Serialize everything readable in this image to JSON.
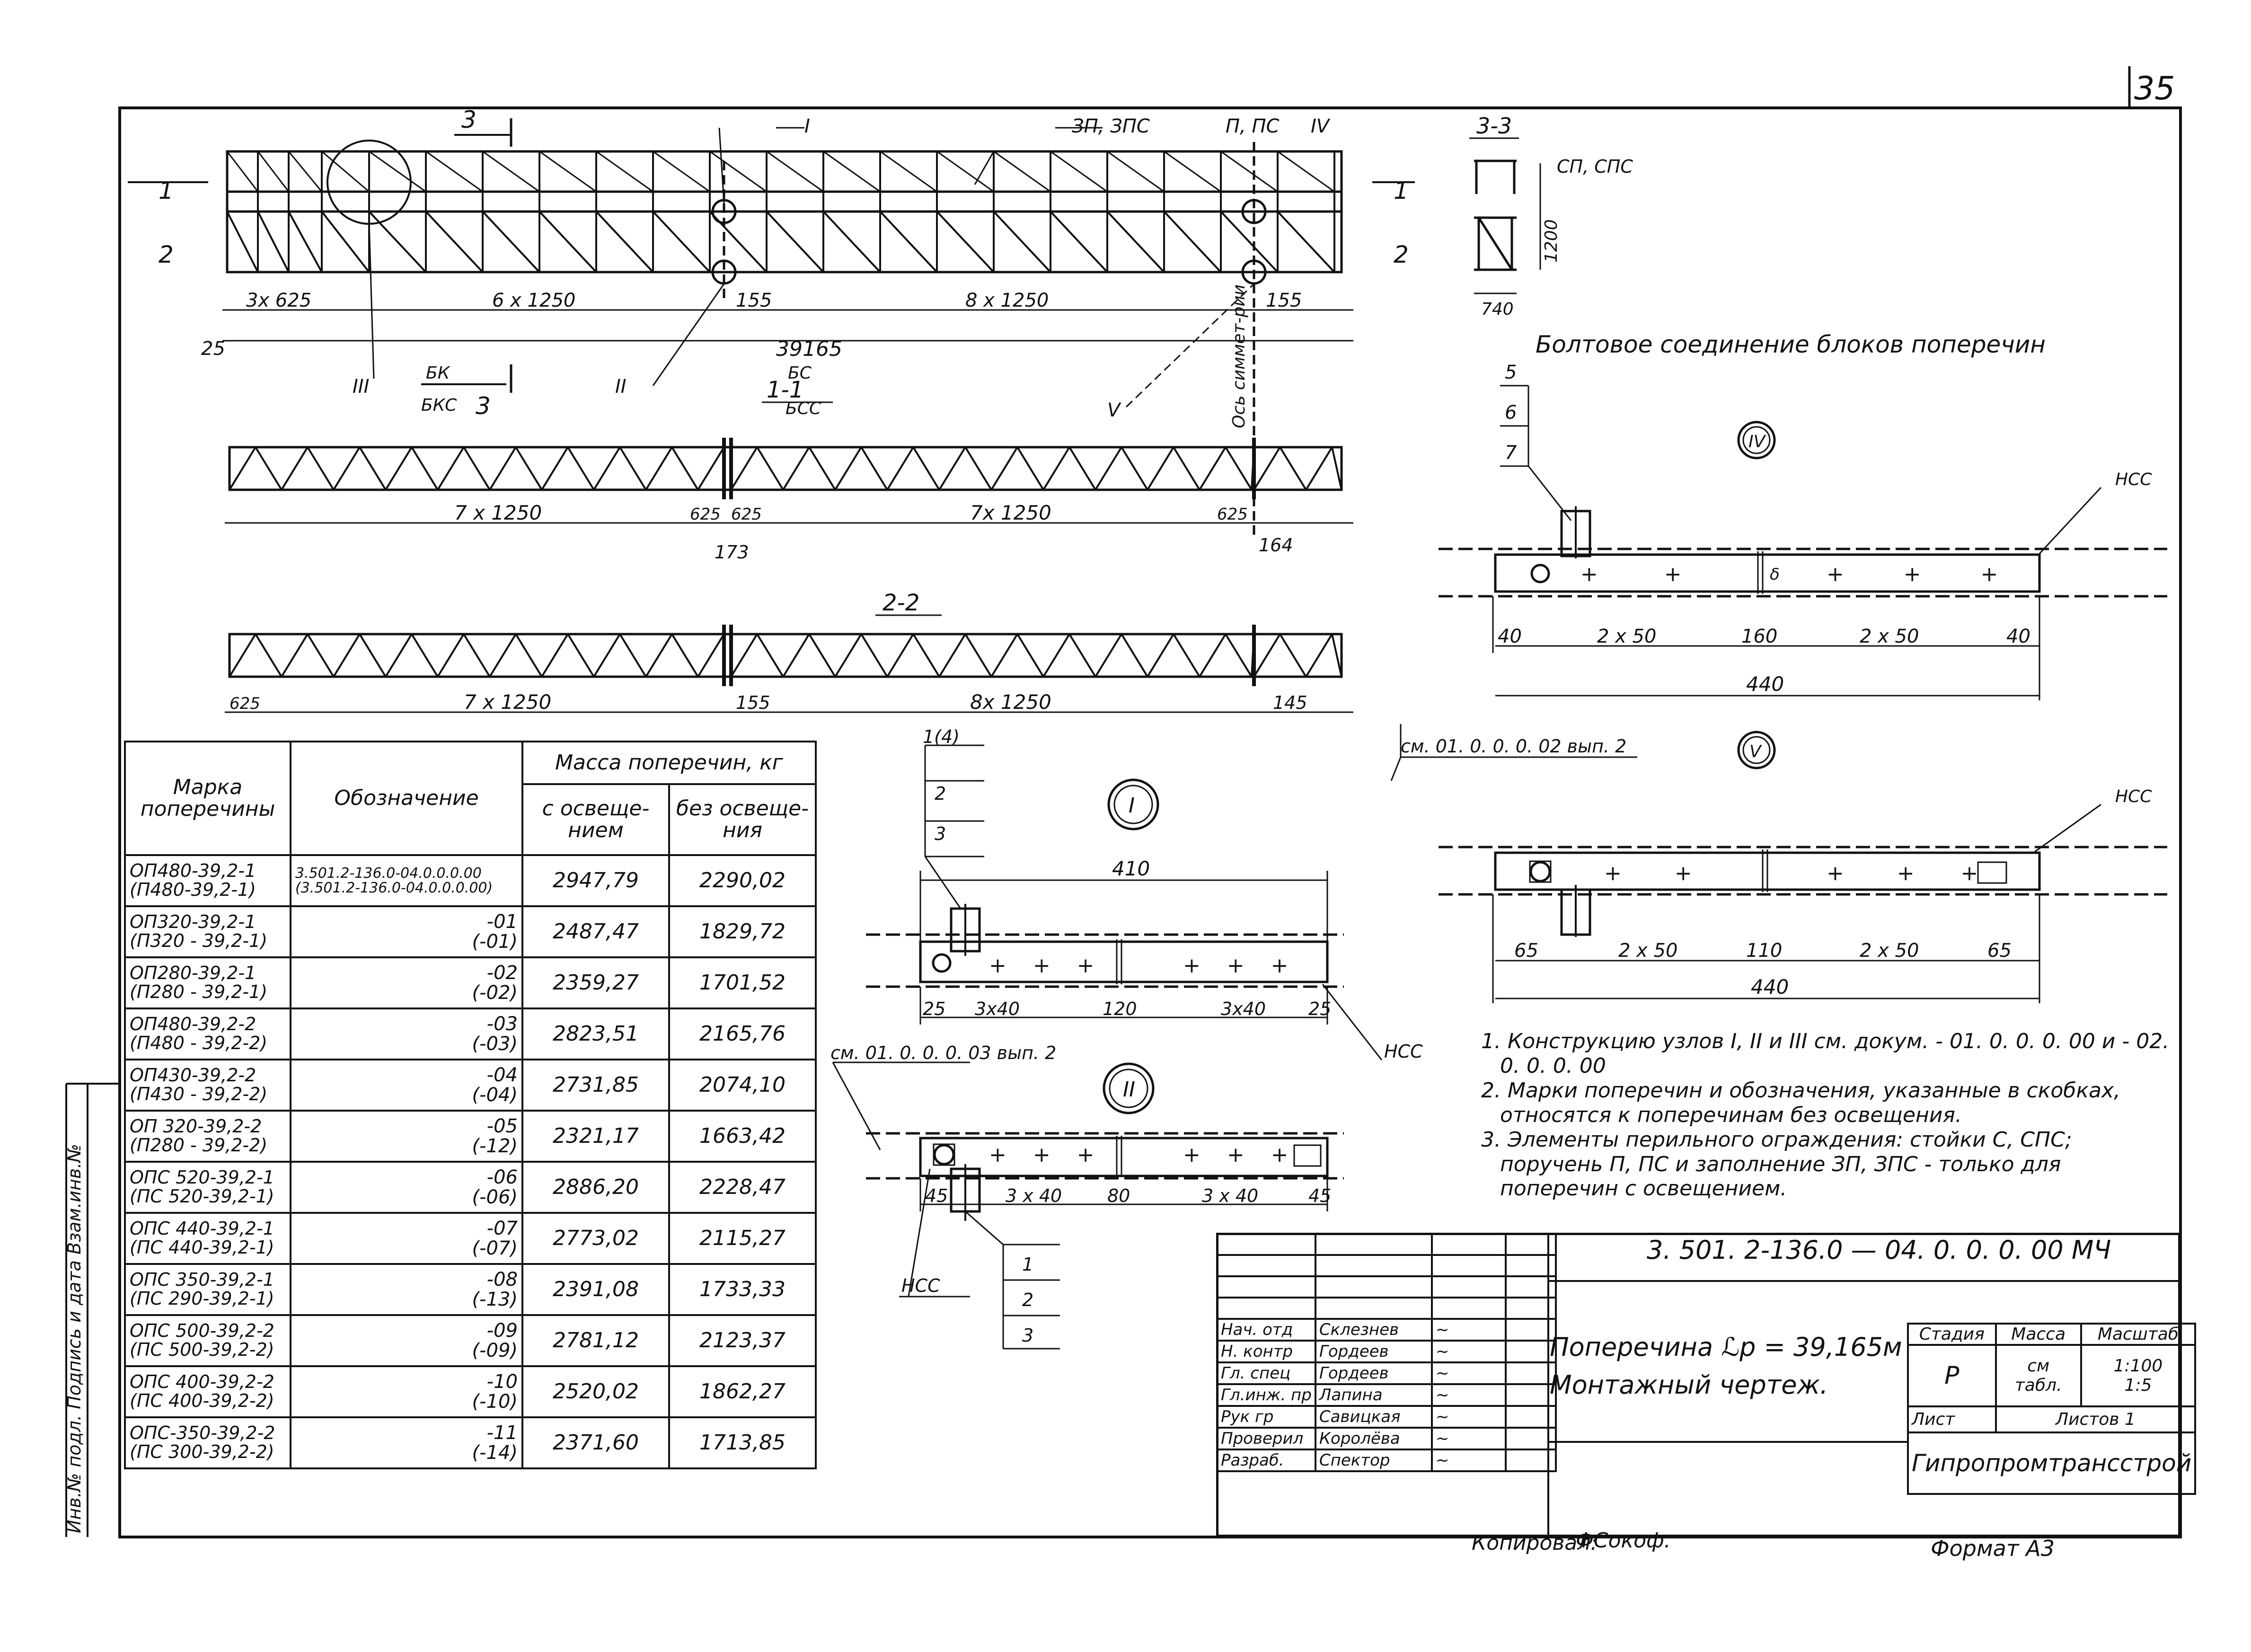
{
  "sheet": {
    "number": "35",
    "copied_by": "Копировал:",
    "copied_sign": "ФСокоф.",
    "format": "Формат А3",
    "vertical_stamp": "Инв.№ подл. Подпись и дата Взам.инв.№"
  },
  "drawing": {
    "markers": {
      "s1": "1",
      "s2": "2",
      "s3": "3",
      "ss": "3-3",
      "s11": "1-1",
      "s22": "2-2"
    },
    "labels": {
      "zp": "ЗП, ЗПС",
      "p": "П, ПС",
      "node4": "IV",
      "node1": "I",
      "node2": "II",
      "node3": "III",
      "node5": "V",
      "bk": "БК",
      "bkc": "БКС",
      "bc": "БС",
      "bcc": "БСС",
      "axis": "Ось симмет-рии",
      "sp": "СП, СПС"
    },
    "dims": {
      "d3x625": "3х 625",
      "d6x1250": "6 х 1250",
      "d155a": "155",
      "d8x1250": "8 х 1250",
      "d155b": "155",
      "d25": "25",
      "d39165": "39165",
      "d1200": "1200",
      "d740": "740",
      "d7x1250a": "7 х 1250",
      "d625a": "625",
      "d625b": "625",
      "d7x1250b": "7х 1250",
      "d625c": "625",
      "d173": "173",
      "d164": "164",
      "d625d": "625",
      "d7x1250c": "7 х 1250",
      "d155c": "155",
      "d8x1250b": "8х 1250",
      "d145": "145"
    }
  },
  "bolt": {
    "title": "Болтовое соединение блоков поперечин",
    "pos": [
      "5",
      "6",
      "7"
    ],
    "nodeIV": "IV",
    "nodeV": "V",
    "ncc": "НСС",
    "delta": "δ",
    "dimsIV": [
      "40",
      "2 х 50",
      "160",
      "2 х 50",
      "40"
    ],
    "totalIV": "440",
    "ref": "см. 01. 0. 0. 0. 02 вып. 2",
    "dimsV": [
      "65",
      "2 х 50",
      "110",
      "2 х 50",
      "65"
    ],
    "totalV": "440"
  },
  "nodeI": {
    "pos": [
      "1(4)",
      "2",
      "3"
    ],
    "title": "I",
    "len": "410",
    "dims": [
      "25",
      "3х40",
      "120",
      "3х40",
      "25"
    ],
    "ncc": "НСС",
    "ref": "см. 01. 0. 0. 0. 03 вып. 2"
  },
  "nodeII": {
    "title": "II",
    "dims": [
      "45",
      "3 х 40",
      "80",
      "3 х 40",
      "45"
    ],
    "ncc": "НСС",
    "pos": [
      "1",
      "2",
      "3"
    ]
  },
  "table": {
    "h_mark": "Марка поперечины",
    "h_des": "Обозначение",
    "h_mass": "Масса поперечин, кг",
    "h_with": "с освеще- нием",
    "h_without": "без освеще- ния",
    "rows": [
      {
        "m1": "ОП480-39,2-1",
        "m2": "(П480-39,2-1)",
        "d1": "3.501.2-136.0-04.0.0.0.00",
        "d2": "(3.501.2-136.0-04.0.0.0.00)",
        "w": "2947,79",
        "wo": "2290,02"
      },
      {
        "m1": "ОП320-39,2-1",
        "m2": "(П320 - 39,2-1)",
        "d1": "-01",
        "d2": "(-01)",
        "w": "2487,47",
        "wo": "1829,72"
      },
      {
        "m1": "ОП280-39,2-1",
        "m2": "(П280 - 39,2-1)",
        "d1": "-02",
        "d2": "(-02)",
        "w": "2359,27",
        "wo": "1701,52"
      },
      {
        "m1": "ОП480-39,2-2",
        "m2": "(П480 - 39,2-2)",
        "d1": "-03",
        "d2": "(-03)",
        "w": "2823,51",
        "wo": "2165,76"
      },
      {
        "m1": "ОП430-39,2-2",
        "m2": "(П430 - 39,2-2)",
        "d1": "-04",
        "d2": "(-04)",
        "w": "2731,85",
        "wo": "2074,10"
      },
      {
        "m1": "ОП 320-39,2-2",
        "m2": "(П280 - 39,2-2)",
        "d1": "-05",
        "d2": "(-12)",
        "w": "2321,17",
        "wo": "1663,42"
      },
      {
        "m1": "ОПС 520-39,2-1",
        "m2": "(ПС 520-39,2-1)",
        "d1": "-06",
        "d2": "(-06)",
        "w": "2886,20",
        "wo": "2228,47"
      },
      {
        "m1": "ОПС 440-39,2-1",
        "m2": "(ПС 440-39,2-1)",
        "d1": "-07",
        "d2": "(-07)",
        "w": "2773,02",
        "wo": "2115,27"
      },
      {
        "m1": "ОПС 350-39,2-1",
        "m2": "(ПС 290-39,2-1)",
        "d1": "-08",
        "d2": "(-13)",
        "w": "2391,08",
        "wo": "1733,33"
      },
      {
        "m1": "ОПС 500-39,2-2",
        "m2": "(ПС 500-39,2-2)",
        "d1": "-09",
        "d2": "(-09)",
        "w": "2781,12",
        "wo": "2123,37"
      },
      {
        "m1": "ОПС 400-39,2-2",
        "m2": "(ПС 400-39,2-2)",
        "d1": "-10",
        "d2": "(-10)",
        "w": "2520,02",
        "wo": "1862,27"
      },
      {
        "m1": "ОПС-350-39,2-2",
        "m2": "(ПС 300-39,2-2)",
        "d1": "-11",
        "d2": "(-14)",
        "w": "2371,60",
        "wo": "1713,85"
      }
    ]
  },
  "notes": [
    "1. Конструкцию узлов I, II и III см. докум. - 01. 0. 0. 0. 00 и - 02. 0. 0. 0. 00",
    "2. Марки поперечин и обозначения, указанные в скобках, относятся к поперечинам без освещения.",
    "3. Элементы перильного ограждения: стойки С, СПС; поручень П, ПС и заполнение ЗП, ЗПС - только для поперечин с освещением."
  ],
  "stamp": {
    "code": "3. 501. 2-136.0 — 04. 0. 0. 0. 00 МЧ",
    "title1": "Поперечина ℒр = 39,165м",
    "title2": "Монтажный чертеж.",
    "h_stage": "Стадия",
    "h_mass": "Масса",
    "h_scale": "Масштаб",
    "stage": "Р",
    "mass1": "см",
    "mass2": "табл.",
    "scale1": "1:100",
    "scale2": "1:5",
    "sheet_l": "Лист",
    "sheets_l": "Листов 1",
    "org": "Гипропромтрансстрой",
    "people": [
      {
        "role": "Нач. отд",
        "name": "Склезнев"
      },
      {
        "role": "Н. контр",
        "name": "Гордеев"
      },
      {
        "role": "Гл. спец",
        "name": "Гордеев"
      },
      {
        "role": "Гл.инж. пр",
        "name": "Лапина"
      },
      {
        "role": "Рук гр",
        "name": "Савицкая"
      },
      {
        "role": "Проверил",
        "name": "Королёва"
      },
      {
        "role": "Разраб.",
        "name": "Спектор"
      }
    ]
  }
}
